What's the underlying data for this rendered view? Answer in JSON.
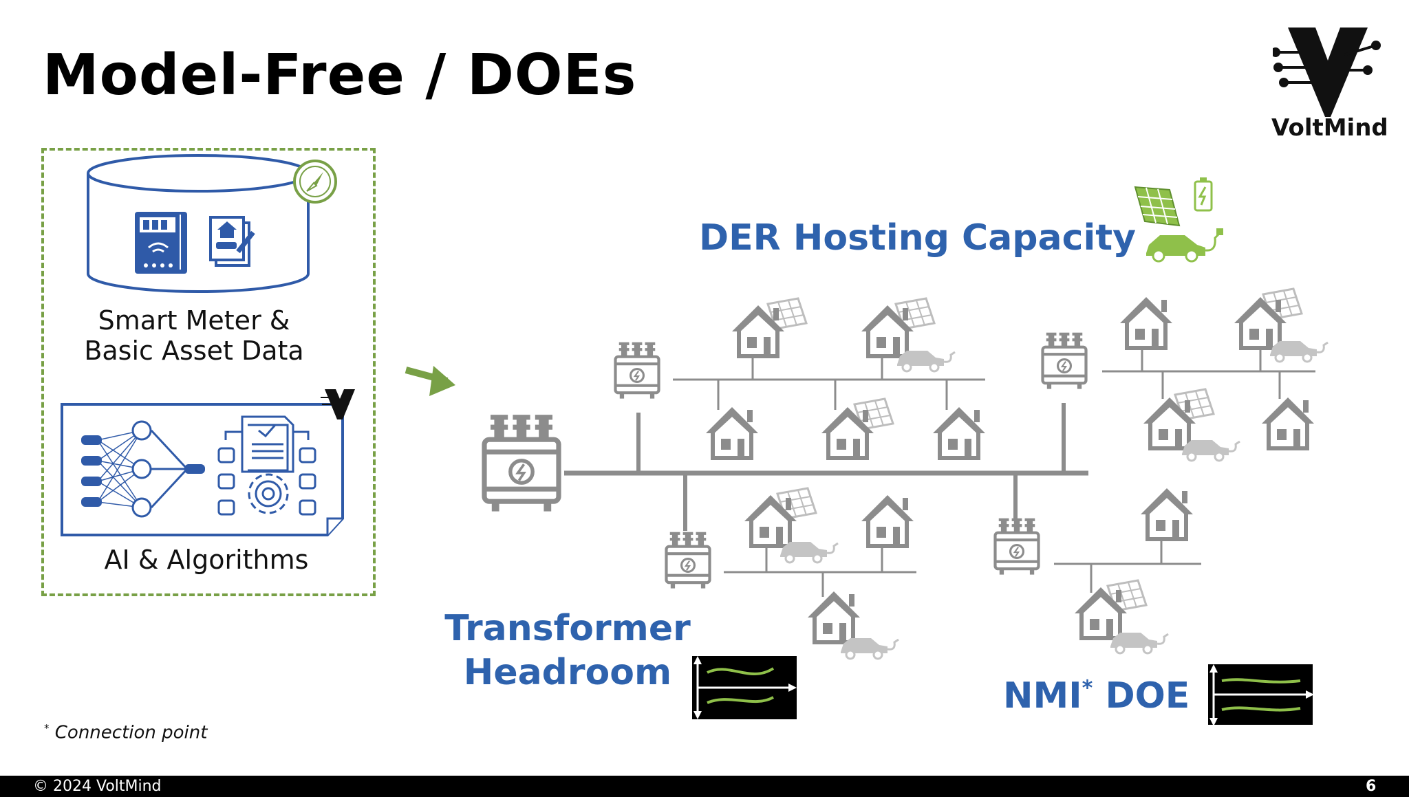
{
  "slide": {
    "title": "Model-Free / DOEs",
    "footnote_marker": "*",
    "footnote": "Connection point",
    "footer_copyright": "© 2024 VoltMind",
    "page_number": "6"
  },
  "logo": {
    "text": "VoltMind"
  },
  "inputs": {
    "data_label": "Smart Meter &\nBasic Asset Data",
    "ai_label": "AI & Algorithms"
  },
  "outputs": {
    "der": "DER Hosting Capacity",
    "transformer": "Transformer\nHeadroom",
    "nmi": "NMI",
    "nmi_marker": "*",
    "doe": "DOE"
  },
  "colors": {
    "accent_green": "#78a046",
    "heading_blue": "#2e62ad",
    "icon_blue": "#2f5aa8",
    "network_gray": "#8c8c8c",
    "light_gray": "#bdbdbd",
    "chart_bg": "#000000",
    "chart_line": "#8fc04a"
  },
  "icons": [
    "database-icon",
    "smart-meter-icon",
    "asset-document-icon",
    "compass-icon",
    "neural-network-icon",
    "algorithm-doc-icon",
    "arrow-right-icon",
    "transformer-icon",
    "house-icon",
    "solar-panel-icon",
    "ev-car-icon",
    "battery-icon",
    "doe-chart-icon"
  ]
}
